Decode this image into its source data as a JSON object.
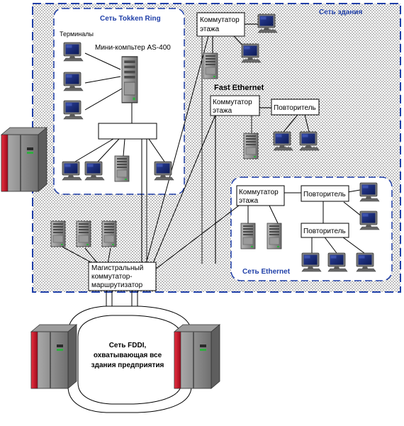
{
  "building_network": {
    "title": "Сеть здания"
  },
  "token_ring": {
    "title": "Сеть Tokken Ring",
    "terminals_label": "Терминалы",
    "minicomputer_label": "Мини-компьтер AS-400"
  },
  "fast_ethernet": {
    "title": "Fast Ethernet"
  },
  "ethernet_network": {
    "title": "Сеть Ethernet"
  },
  "floor_switch": {
    "line1": "Коммутатор",
    "line2": "этажа"
  },
  "repeater": {
    "label": "Повторитель"
  },
  "backbone": {
    "line1": "Магистральный",
    "line2": "коммутатор-",
    "line3": "маршрутизатор"
  },
  "fddi": {
    "line1": "Сеть FDDI,",
    "line2": "охватывающая все",
    "line3": "здания предприятия"
  },
  "colors": {
    "dashed_border": "#1f3fa8",
    "label_blue": "#1f3fa8",
    "mainframe_red": "#c8102e",
    "mainframe_gray": "#8a8a8a",
    "dot_pattern": "#333333"
  },
  "icons": [
    "monitor-icon",
    "server-tower-icon",
    "mainframe-icon"
  ]
}
